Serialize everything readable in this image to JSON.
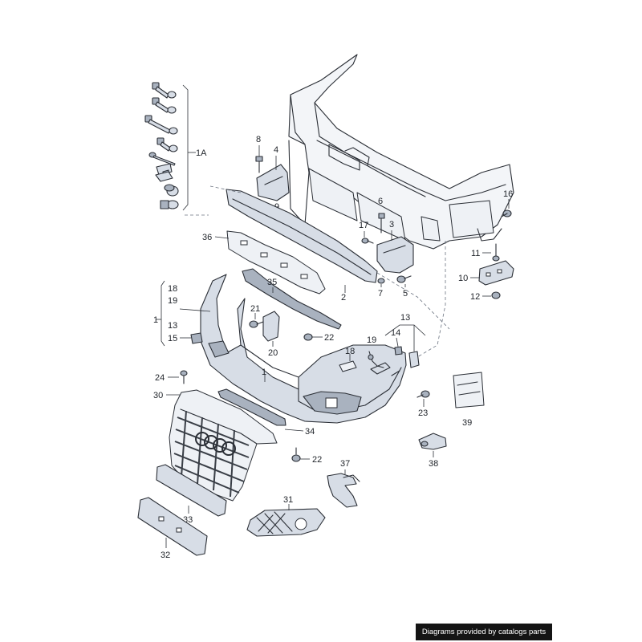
{
  "labels": {
    "1A": "1A",
    "1": "1",
    "1b": "1",
    "2": "2",
    "3": "3",
    "4": "4",
    "5": "5",
    "6": "6",
    "7": "7",
    "8": "8",
    "9": "9",
    "10": "10",
    "11": "11",
    "12": "12",
    "13a": "13",
    "13b": "13",
    "14": "14",
    "15": "15",
    "16": "16",
    "17": "17",
    "18": "18",
    "18b": "18",
    "19": "19",
    "19b": "19",
    "20": "20",
    "21": "21",
    "22a": "22",
    "22b": "22",
    "23": "23",
    "24": "24",
    "30": "30",
    "31": "31",
    "32": "32",
    "33": "33",
    "34": "34",
    "35": "35",
    "36": "36",
    "37": "37",
    "38": "38",
    "39": "39"
  },
  "footer": {
    "text": "Diagrams provided by catalogs parts"
  }
}
